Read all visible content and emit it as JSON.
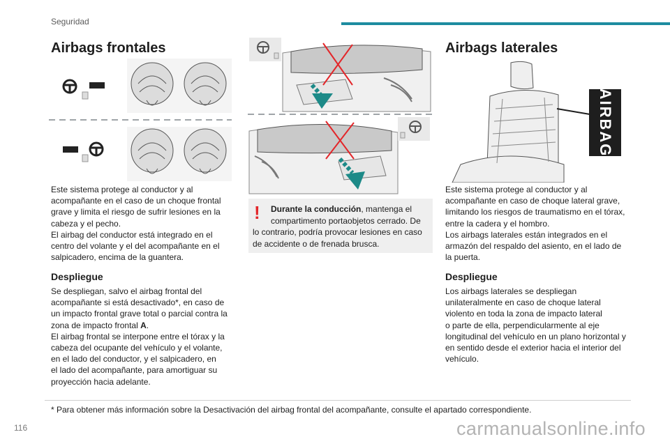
{
  "header": {
    "section": "Seguridad"
  },
  "left": {
    "title": "Airbags frontales",
    "intro": [
      "Este sistema protege al conductor y al",
      "acompañante en el caso de un choque frontal",
      "grave y limita el riesgo de sufrir lesiones en la",
      "cabeza y el pecho.",
      "El airbag del conductor está integrado en el",
      "centro del volante y el del acompañante en el",
      "salpicadero, encima de la guantera."
    ],
    "subtitle": "Despliegue",
    "deploy_lines": [
      "Se despliegan, salvo el airbag frontal del",
      "acompañante si está desactivado*, en caso de",
      "un impacto frontal grave total o parcial contra la",
      "zona de impacto frontal ",
      "El airbag frontal se interpone entre el tórax y la",
      "cabeza del ocupante del vehículo y el volante,",
      "en el lado del conductor, y el salpicadero, en",
      "el lado del acompañante, para amortiguar su",
      "proyección hacia adelante."
    ],
    "zone_letter": "A",
    "zone_period": "."
  },
  "middle": {
    "warning_bold": "Durante la conducción",
    "warning_rest_1": ", mantenga el",
    "warning_lines": [
      "compartimento portaobjetos cerrado. De",
      "lo contrario, podría provocar lesiones en caso",
      "de accidente o de frenada brusca."
    ]
  },
  "right": {
    "title": "Airbags laterales",
    "airbag_label": "AIRBAG",
    "intro": [
      "Este sistema protege al conductor y al",
      "acompañante en caso de choque lateral grave,",
      "limitando los riesgos de traumatismo en el tórax,",
      "entre la cadera y el hombro.",
      "Los airbags laterales están integrados en el",
      "armazón del respaldo del asiento, en el lado de",
      "la puerta."
    ],
    "subtitle": "Despliegue",
    "deploy_lines": [
      "Los airbags laterales se despliegan",
      "unilateralmente en caso de choque lateral",
      "violento en toda la zona de impacto lateral",
      "o parte de ella, perpendicularmente al eje",
      "longitudinal del vehículo en un plano horizontal y",
      "en sentido desde el exterior hacia el interior del",
      "vehículo."
    ]
  },
  "footnote": "* Para obtener más información sobre la Desactivación del airbag frontal del acompañante, consulte el apartado correspondiente.",
  "page_number": "116",
  "watermark": "carmanualsonline.info",
  "colors": {
    "accent": "#1d8ca0",
    "warning": "#e3262a",
    "arrow": "#1d8a88"
  },
  "icons": [
    "steering-wheel-icon",
    "airbag-indicator-icon",
    "warning-exclamation-icon",
    "cross-mark-icon",
    "down-arrow-icon"
  ]
}
